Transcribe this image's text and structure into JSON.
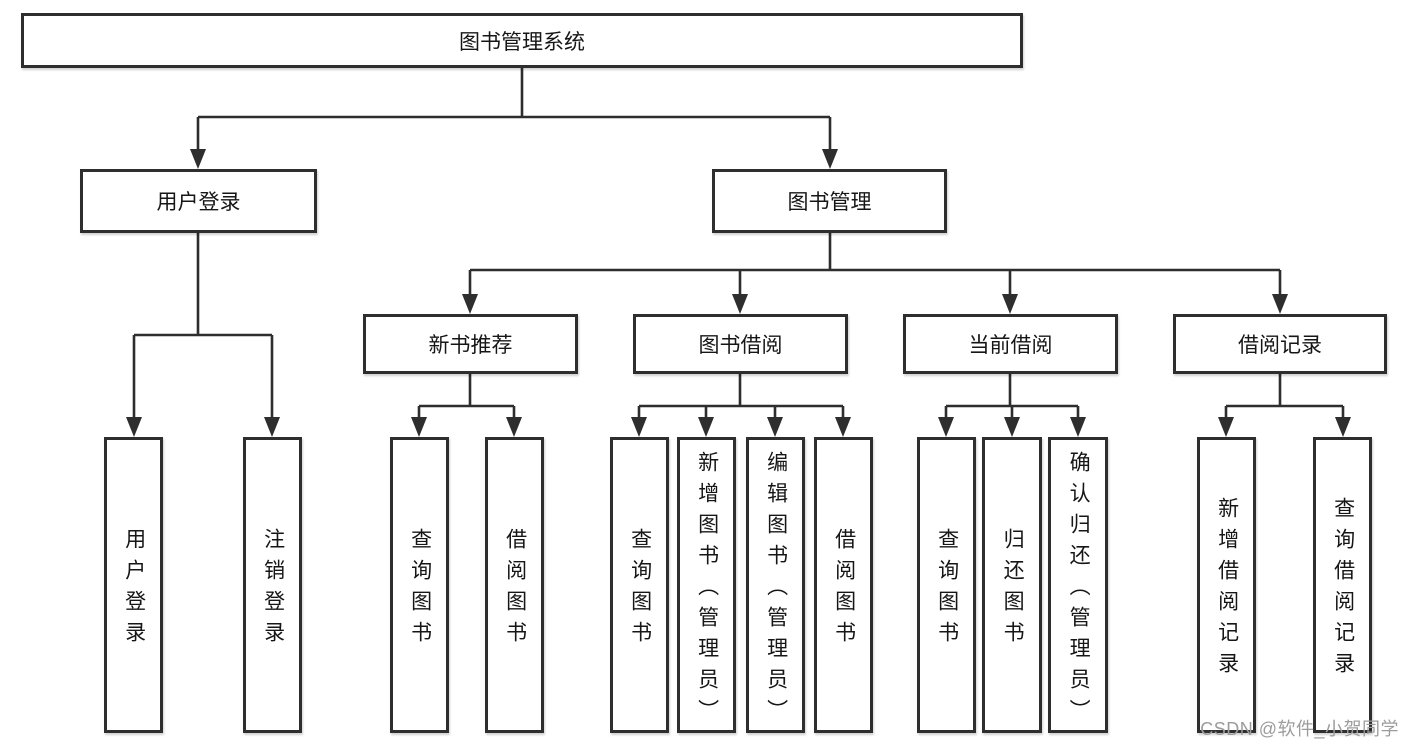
{
  "tree": {
    "label": "图书管理系统",
    "children": [
      {
        "label": "用户登录",
        "children": [
          {
            "label": "用户登录"
          },
          {
            "label": "注销登录"
          }
        ]
      },
      {
        "label": "图书管理",
        "children": [
          {
            "label": "新书推荐",
            "children": [
              {
                "label": "查询图书"
              },
              {
                "label": "借阅图书"
              }
            ]
          },
          {
            "label": "图书借阅",
            "children": [
              {
                "label": "查询图书"
              },
              {
                "label": "新增图书（管理员）"
              },
              {
                "label": "编辑图书（管理员）"
              },
              {
                "label": "借阅图书"
              }
            ]
          },
          {
            "label": "当前借阅",
            "children": [
              {
                "label": "查询图书"
              },
              {
                "label": "归还图书"
              },
              {
                "label": "确认归还（管理员）"
              }
            ]
          },
          {
            "label": "借阅记录",
            "children": [
              {
                "label": "新增借阅记录"
              },
              {
                "label": "查询借阅记录"
              }
            ]
          }
        ]
      }
    ]
  },
  "watermark": {
    "text": "CSDN @软件_小贺同学"
  },
  "colors": {
    "line": "#2e2e2e",
    "box_border": "#2e2e2e",
    "box_background": "#ffffff",
    "text": "#161616",
    "watermark": "#9c9c9c",
    "page_background": "#ffffff"
  }
}
